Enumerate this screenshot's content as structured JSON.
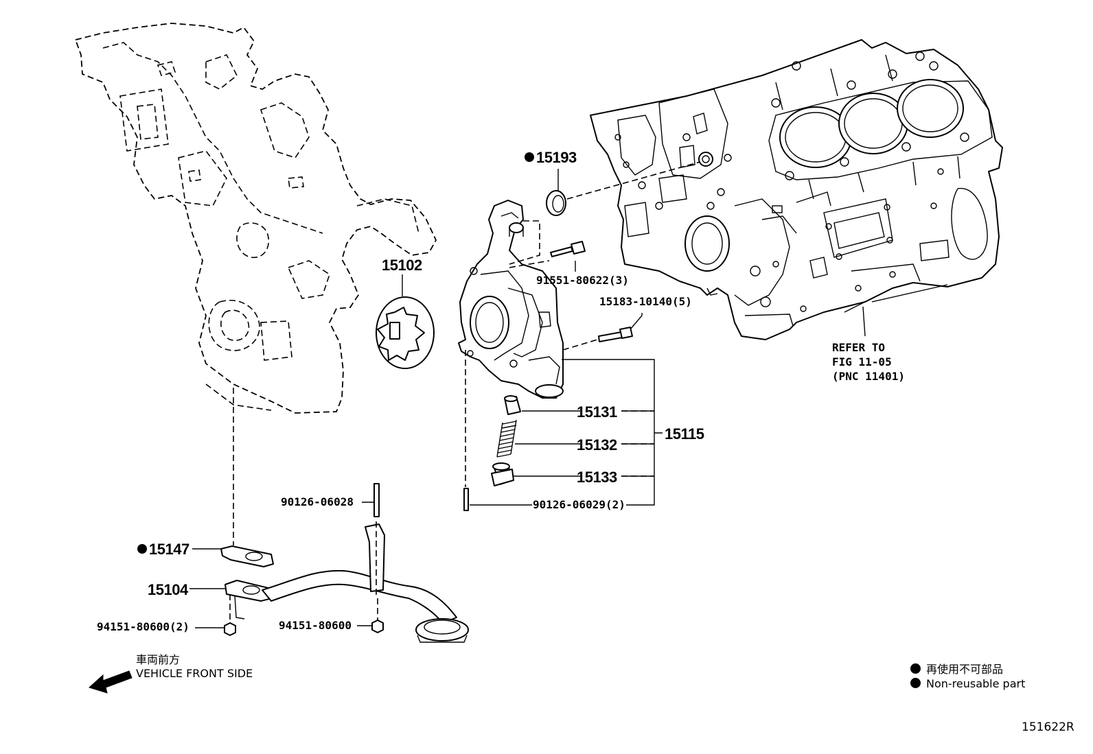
{
  "parts": {
    "p15193": "15193",
    "p15102": "15102",
    "p91551": "91551-80622(3)",
    "p15183": "15183-10140(5)",
    "p15131": "15131",
    "p15132": "15132",
    "p15133": "15133",
    "p15115": "15115",
    "p90126a": "90126-06028",
    "p90126b": "90126-06029(2)",
    "p15147": "15147",
    "p15104": "15104",
    "p94151a": "94151-80600(2)",
    "p94151b": "94151-80600"
  },
  "refer": {
    "line1": "REFER TO",
    "line2": "FIG 11-05",
    "line3": "(PNC 11401)"
  },
  "front": {
    "jp": "車両前方",
    "en": "VEHICLE FRONT SIDE"
  },
  "legend": {
    "jp": "再使用不可部品",
    "en": "Non-reusable part"
  },
  "figure_id": "151622R",
  "icons": {
    "non_reusable": "filled-circle",
    "direction": "arrow-left-down"
  }
}
